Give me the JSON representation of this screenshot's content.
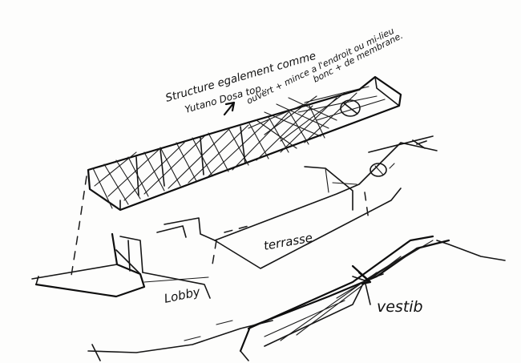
{
  "annotations": {
    "note_line1": "Structure egalement comme",
    "note_line2": "Yutano Dosa top..",
    "note_line3": "ouvert + mince a l'endroit ou mi-lieu",
    "note_line4": "bonc + de membrane.",
    "terrasse": "terrasse",
    "lobby": "Lobby",
    "vestibule": "vestib"
  },
  "colors": {
    "ink": "#151515",
    "paper": "#fdfdfc"
  }
}
